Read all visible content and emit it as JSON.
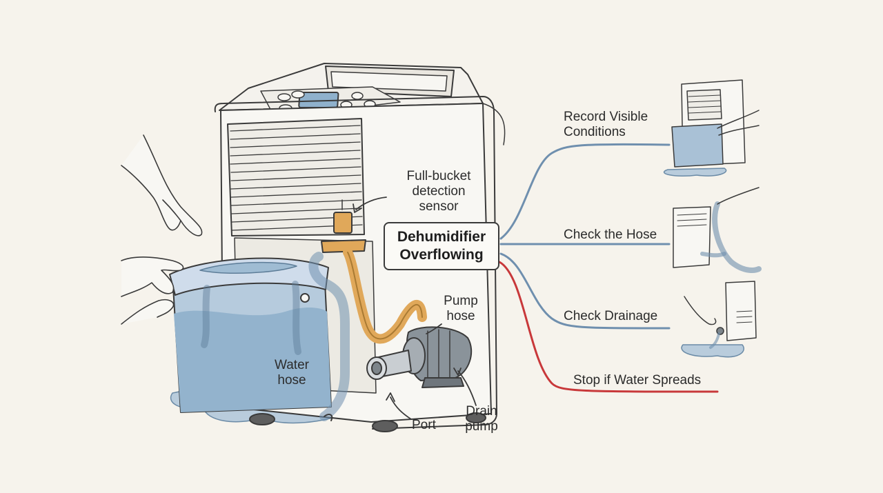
{
  "title": {
    "line1": "Dehumidifier",
    "line2": "Overflowing"
  },
  "parts": {
    "sensor": [
      "Full-bucket",
      "detection",
      "sensor"
    ],
    "pump_hose": [
      "Pump",
      "hose"
    ],
    "water_hose": [
      "Water",
      "hose"
    ],
    "port": "Port",
    "drain_pump": [
      "Drain",
      "pump"
    ]
  },
  "steps": [
    {
      "label_lines": [
        "Record Visible",
        "Conditions"
      ],
      "color": "#6f8fae"
    },
    {
      "label_lines": [
        "Check the Hose"
      ],
      "color": "#6f8fae"
    },
    {
      "label_lines": [
        "Check Drainage"
      ],
      "color": "#6f8fae"
    },
    {
      "label_lines": [
        "Stop if Water Spreads"
      ],
      "color": "#c8383a"
    }
  ],
  "colors": {
    "line_blue": "#6f8fae",
    "line_red": "#c8383a",
    "water": "#a9c1d6",
    "hose_orange": "#e0a85a",
    "outline": "#3a3a3a",
    "background": "#f6f3ec"
  },
  "icons": [
    "dehumidifier-unit",
    "water-bucket",
    "drain-pump",
    "orange-pump-hose",
    "grey-water-hose",
    "hand",
    "water-puddle"
  ]
}
